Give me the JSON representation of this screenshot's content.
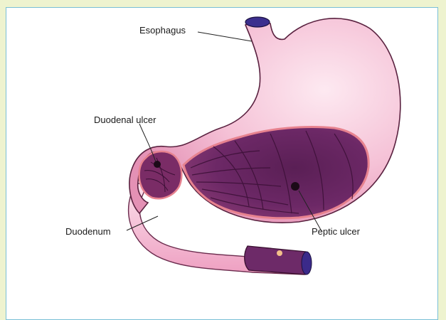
{
  "labels": {
    "esophagus": "Esophagus",
    "duodenal_ulcer": "Duodenal ulcer",
    "duodenum": "Duodenum",
    "peptic_ulcer": "Peptic ulcer"
  },
  "colors": {
    "page_background": "#eef3cf",
    "frame_border": "#79bfd6",
    "stomach_outer": "#f2b6cf",
    "stomach_lining": "#5a1d4c",
    "ulcer": "#1c0a18"
  }
}
